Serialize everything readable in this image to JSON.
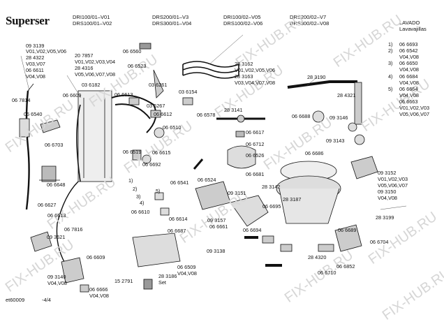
{
  "brand": "Superser",
  "header": {
    "models": [
      [
        "DRI100/01–V01",
        "DRS100/01–V02"
      ],
      [
        "DRS200/01–V3",
        "DRS300/01–V04"
      ],
      [
        "DRI100/02–V05",
        "DRS100/02–V06"
      ],
      [
        "DRS200/02–V7",
        "DRS300/02–V08"
      ]
    ],
    "category": "LAVADO",
    "subcategory": "Lavavajillas"
  },
  "footer": {
    "code": "et60009",
    "page": "-4/4"
  },
  "watermark": "FIX-HUB.RU",
  "parts": [
    "09 3139",
    "V01,V02,V05,V06",
    "28 4322",
    "V03,V07",
    "06 6611",
    "V04,V08",
    "20 7857",
    "V01,V02,V03,V04",
    "28 4316",
    "V05,V06,V07,V08",
    "06 6560",
    "06 6523",
    "03 6182",
    "06 6609",
    "06 6613",
    "03 6261",
    "03 6267",
    "06 6612",
    "06 6510",
    "06 6519",
    "06 6615",
    "06 6692",
    "06 6541",
    "06 6524",
    "06 6610",
    "06 6614",
    "06 6687",
    "06 6661",
    "09 3151",
    "09 3157",
    "06 6694",
    "09 3138",
    "28 3162",
    "V01,V02,V05,V06",
    "28 3163",
    "V03,V04,V07,V08",
    "03 6154",
    "06 6578",
    "28 3141",
    "06 6617",
    "06 6712",
    "06 6526",
    "06 6681",
    "28 3190",
    "28 4321",
    "06 6688",
    "09 3146",
    "09 3143",
    "06 6686",
    "28 3142",
    "28 3187",
    "06 6695",
    "28 3199",
    "06 6689",
    "06 6704",
    "28 4320",
    "06 6852",
    "06 6710",
    "06 7814",
    "06 6540",
    "06 6703",
    "06 6648",
    "06 6627",
    "06 6613",
    "06 7816",
    "09 3621",
    "06 6609",
    "09 3140",
    "V04,V08",
    "15 2791",
    "28 3186",
    "Set",
    "06 6509",
    "V04,V08",
    "06 6666",
    "V04,V08"
  ],
  "side_list": [
    "1)",
    "06 6693",
    "2)",
    "06 6542",
    "V04,V08",
    "3)",
    "06 6650",
    "V04,V08",
    "4)",
    "06 6684",
    "V04,V08",
    "5)",
    "06 6664",
    "V04,V08",
    "06 6663",
    "V01,V02,V03",
    "V05,V06,V07",
    "09 3152",
    "V01,V02,V03",
    "V05,V06,V07",
    "09 3150",
    "V04,V08"
  ],
  "callouts": [
    "1)",
    "2)",
    "3)",
    "4)",
    "5)"
  ]
}
